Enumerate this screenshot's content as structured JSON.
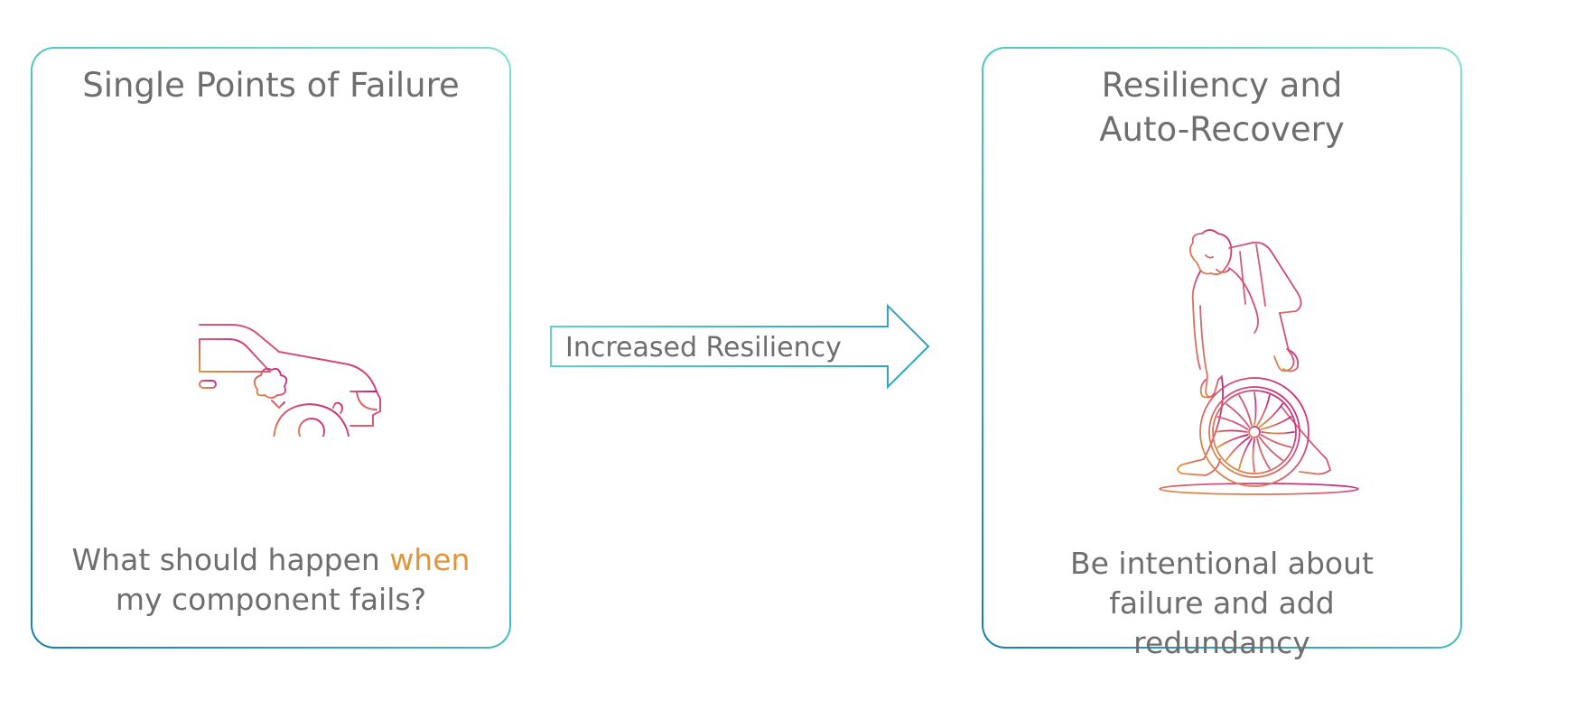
{
  "left_panel": {
    "title": "Single Points of Failure",
    "caption_pre": "What should happen ",
    "caption_accent": "when",
    "caption_post": " my component fails?",
    "icon": "broken-down-car-icon"
  },
  "arrow": {
    "label": "Increased Resiliency"
  },
  "right_panel": {
    "title": "Resiliency and\nAuto-Recovery",
    "caption": "Be intentional about failure and add redundancy",
    "icon": "mechanic-changing-tire-icon"
  },
  "colors": {
    "border_start": "#1580a8",
    "border_end": "#7fe0cf",
    "accent_orange": "#e0953a",
    "accent_magenta": "#c8287a",
    "text": "#6e6e6e"
  }
}
